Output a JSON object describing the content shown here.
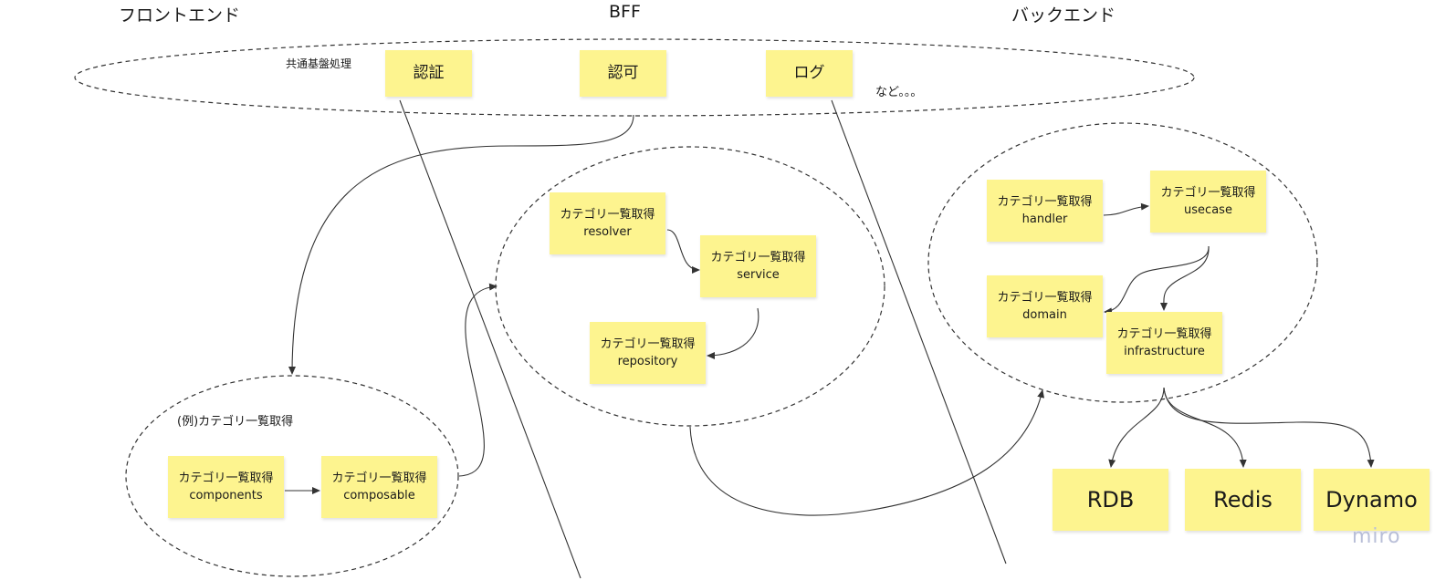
{
  "headers": {
    "frontend": "フロントエンド",
    "bff": "BFF",
    "backend": "バックエンド"
  },
  "common": {
    "label": "共通基盤処理",
    "auth": "認証",
    "authz": "認可",
    "log": "ログ",
    "etc": "など。。。"
  },
  "frontend": {
    "example_label": "(例)カテゴリ一覧取得",
    "components": {
      "title": "カテゴリ一覧取得",
      "layer": "components"
    },
    "composable": {
      "title": "カテゴリ一覧取得",
      "layer": "composable"
    }
  },
  "bff": {
    "resolver": {
      "title": "カテゴリ一覧取得",
      "layer": "resolver"
    },
    "service": {
      "title": "カテゴリ一覧取得",
      "layer": "service"
    },
    "repository": {
      "title": "カテゴリ一覧取得",
      "layer": "repository"
    }
  },
  "backend": {
    "handler": {
      "title": "カテゴリ一覧取得",
      "layer": "handler"
    },
    "usecase": {
      "title": "カテゴリ一覧取得",
      "layer": "usecase"
    },
    "domain": {
      "title": "カテゴリ一覧取得",
      "layer": "domain"
    },
    "infrastructure": {
      "title": "カテゴリ一覧取得",
      "layer": "infrastructure"
    }
  },
  "datastores": {
    "rdb": "RDB",
    "redis": "Redis",
    "dynamo": "Dynamo"
  },
  "watermark": "miro",
  "colors": {
    "sticky": "#fdf48f",
    "line": "#333333",
    "watermark": "#b9bfd8"
  }
}
